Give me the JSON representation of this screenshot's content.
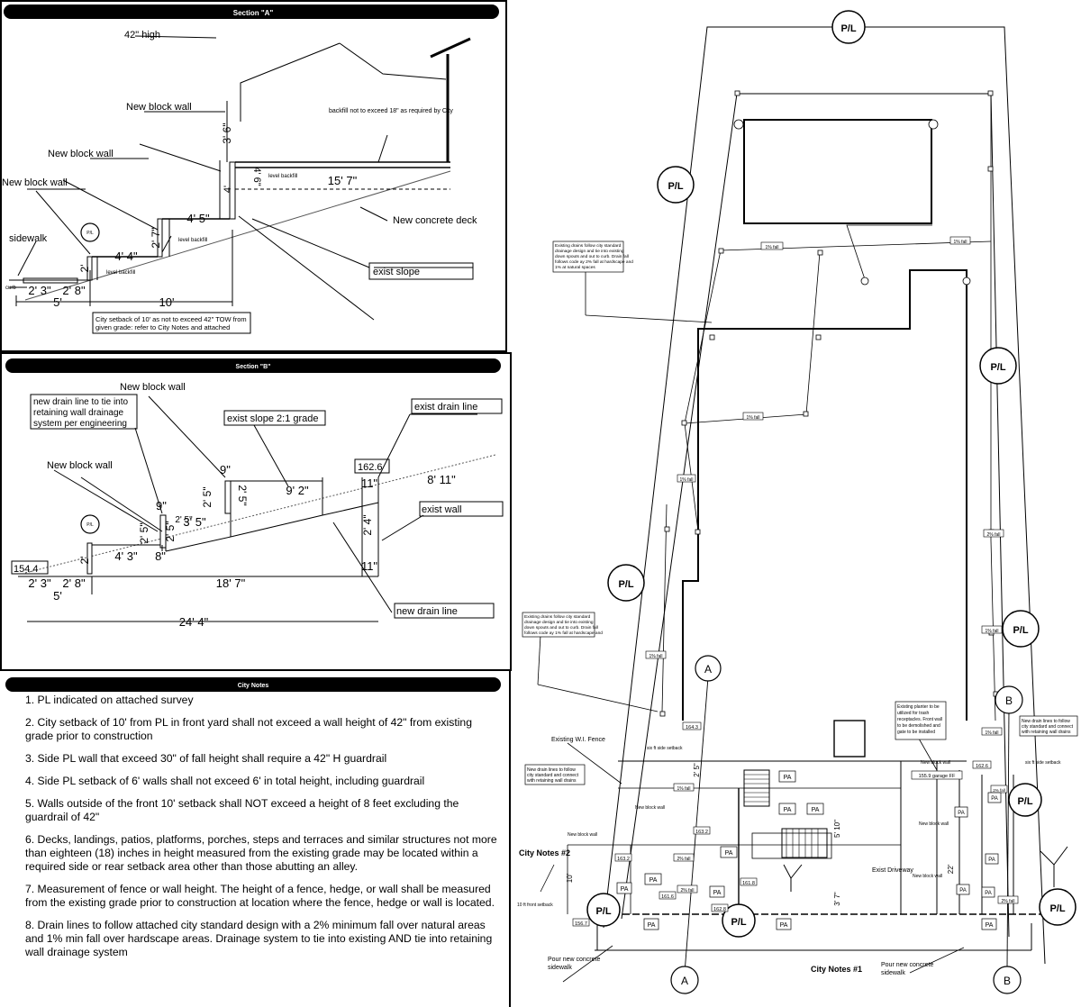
{
  "section_a": {
    "header": "Section \"A\"",
    "labels": {
      "high": "42\" high",
      "wall_top": "New block wall",
      "wall_mid": "New block wall",
      "wall_low": "New block wall",
      "sidewalk": "sidewalk",
      "backfill_note": "backfill not to exceed 18\" as required by City",
      "level_backfill_1": "level backfill",
      "level_backfill_2": "level backfill",
      "level_backfill_3": "level backfill",
      "deck": "New concrete deck",
      "slope": "exist slope",
      "curb": "curb",
      "pl": "P/L",
      "setback_note_1": "City setback of 10' as not to exceed 42\" TOW from",
      "setback_note_2": "given grade: refer to City Notes and attached"
    },
    "dims": {
      "h_3_6": "3' 6\"",
      "h_4_6": "4' 6\"",
      "h_4": "4'",
      "w_15_7": "15' 7\"",
      "w_4_5": "4' 5\"",
      "h_2_7": "2' 7\"",
      "w_4_4": "4' 4\"",
      "h_2": "2'",
      "w_2_3": "2' 3\"",
      "w_2_8": "2' 8\"",
      "w_5": "5'",
      "w_10": "10'"
    }
  },
  "section_b": {
    "header": "Section \"B\"",
    "labels": {
      "wall_1": "New block wall",
      "wall_2": "New block wall",
      "drain_note_1": "new drain line to tie into",
      "drain_note_2": "retaining wall drainage",
      "drain_note_3": "system per engineering",
      "slope": "exist slope 2:1 grade",
      "exist_drain": "exist drain line",
      "exist_wall": "exist wall",
      "new_drain": "new drain line",
      "elev_top": "162.6",
      "elev_bottom": "154.4",
      "pl": "P/L"
    },
    "dims": {
      "d_9_top": "9\"",
      "d_9_mid": "9\"",
      "d_2_5_a": "2' 5\"",
      "d_2_5_b": "2' 5\"",
      "d_2_5_c": "2' 5\"",
      "d_9_2": "9' 2\"",
      "d_11_top": "11\"",
      "d_8_11": "8' 11\"",
      "d_3_5": "3' 5\"",
      "d_2_5_d": "2' 5\"",
      "d_2_5_e": "2' 5\"",
      "d_2_4": "2' 4\"",
      "d_8": "8\"",
      "d_4_3": "4' 3\"",
      "d_2": "2'",
      "d_11_bot": "11\"",
      "d_2_3": "2' 3\"",
      "d_2_8": "2' 8\"",
      "d_5": "5'",
      "d_18_7": "18' 7\"",
      "d_24_4": "24' 4\""
    }
  },
  "city_notes": {
    "header": "City Notes",
    "items": [
      "1. PL indicated on attached survey",
      "2. City setback of 10' from PL in front yard shall not exceed a wall height of 42\" from existing grade prior to construction",
      "3.  Side PL wall that exceed 30\" of fall height shall require a 42\" H guardrail",
      "4.  Side PL setback of 6' walls shall not exceed 6' in total height, including guardrail",
      "5. Walls outside of the front 10' setback shall NOT exceed a height of 8 feet excluding the guardrail of 42\"",
      "6. Decks, landings, patios, platforms, porches, steps and terraces and similar structures not more than eighteen (18) inches in height measured from the existing grade may be located within a required side or rear setback area other than those abutting an alley.",
      "7. Measurement of fence or wall height.  The height of a fence, hedge, or wall shall be measured from the existing grade prior to construction at location where the fence, hedge or wall is located.",
      "8. Drain lines to follow attached city standard design with a 2% minimum fall over natural areas and 1% min fall over hardscape areas.  Drainage system to tie into existing AND tie into retaining wall drainage system"
    ]
  },
  "site_plan": {
    "pl": "P/L",
    "section_a": "A",
    "section_b": "B",
    "fall_1": "1% fall",
    "fall_2": "2% fall",
    "note_drains_top": [
      "Existing drains follow city standard",
      "drainage design and tie into existing",
      "down spouts and out to curb.  Drain fall",
      "follows code ay 2% fall at hardscape and",
      "1% at natural spaces"
    ],
    "note_drains_left": [
      "Existing drains follow city standard",
      "drainage design and tie into existing",
      "down spouts and out to curb.  Drain fall",
      "follows code ay 1% fall at hardscape and"
    ],
    "note_planter": [
      "Existing planter to be",
      "utilized for trash",
      "receptacles.  Front wall",
      "to be demolished and",
      "gate to be installed"
    ],
    "note_new_drain_left": [
      "New drain lines to follow",
      "city standard and connect",
      "with retaining wall drains"
    ],
    "note_new_drain_right": [
      "New drain lines to follow",
      "city standard and connect",
      "with retaining wall drains"
    ],
    "fence": "Existing W.I. Fence",
    "side_setback_1": "six ft side setback",
    "side_setback_2": "six ft side setback",
    "new_block_wall": "New block wall",
    "front_setback": "10 ft front setback",
    "garage_ff": "155.9 garage FF",
    "driveway": "Exist Driveway",
    "sidewalk_left": [
      "Pour new concrete",
      "sidewalk"
    ],
    "sidewalk_right": [
      "Pour new concrete",
      "sidewalk"
    ],
    "city_notes_1": "City Notes #1",
    "city_notes_2": "City Notes #2",
    "pa": "PA",
    "elev_164_3": "164.3",
    "elev_162_6": "162.6",
    "elev_163_2": "163.2",
    "elev_161_6": "161.6",
    "elev_161_8": "161.8",
    "elev_162_8": "162.8",
    "elev_156_7": "156.7",
    "dim_5_10": "5' 10\"",
    "dim_2_5": "2' 5\"",
    "dim_3_7": "3' 7\"",
    "dim_10": "10'",
    "dim_22": "22'"
  }
}
